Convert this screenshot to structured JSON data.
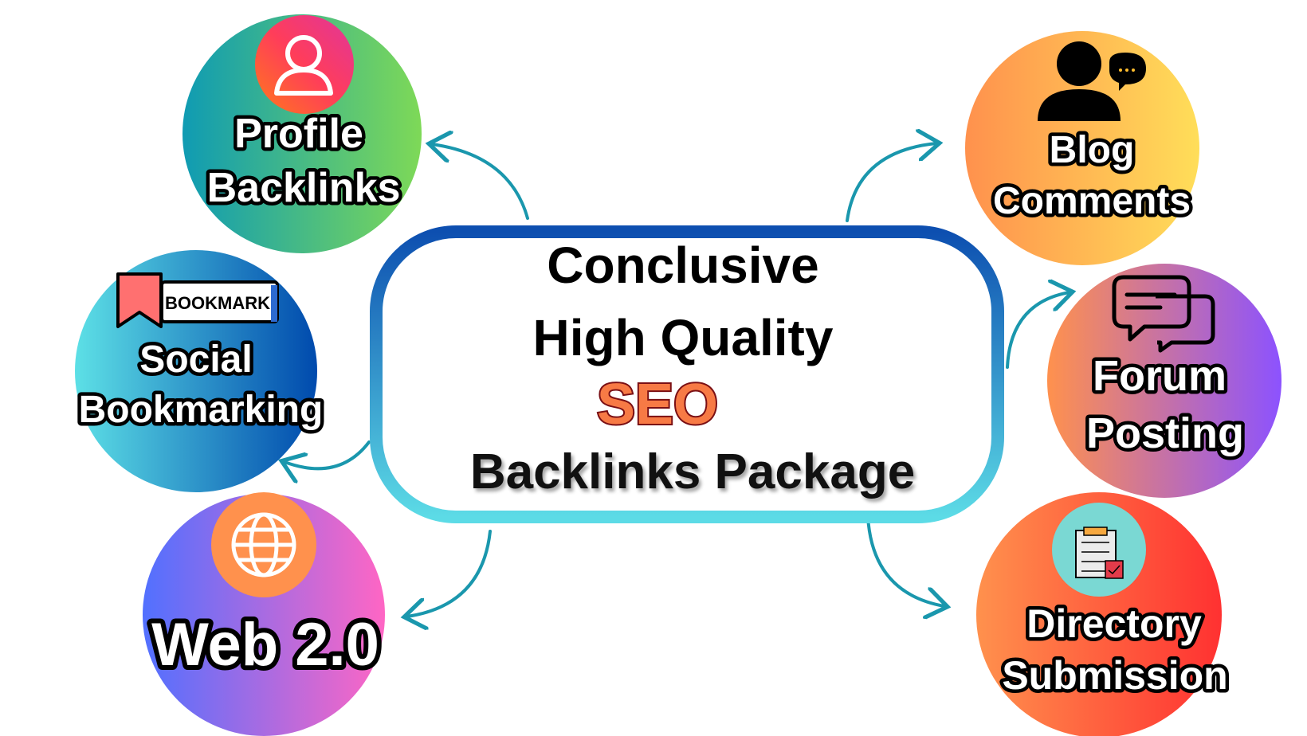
{
  "center": {
    "line1": "Conclusive",
    "line2": "High Quality",
    "line3": "SEO",
    "line4": "Backlinks Package"
  },
  "nodes": {
    "profile": {
      "line1": "Profile",
      "line2": "Backlinks",
      "icon": "user-icon"
    },
    "social": {
      "line1": "Social",
      "line2": "Bookmarking",
      "badge": "BOOKMARK",
      "icon": "bookmark-icon"
    },
    "web": {
      "line1": "Web 2.0",
      "icon": "globe-icon"
    },
    "blog": {
      "line1": "Blog",
      "line2": "Comments",
      "icon": "commenter-icon"
    },
    "forum": {
      "line1": "Forum",
      "line2": "Posting",
      "icon": "chat-bubbles-icon"
    },
    "directory": {
      "line1": "Directory",
      "line2": "Submission",
      "icon": "clipboard-check-icon"
    }
  },
  "colors": {
    "arrow": "#1a97ad",
    "border_top": "#0d4fb0",
    "border_bottom": "#5cdbe6",
    "seo": "#f77a45"
  }
}
